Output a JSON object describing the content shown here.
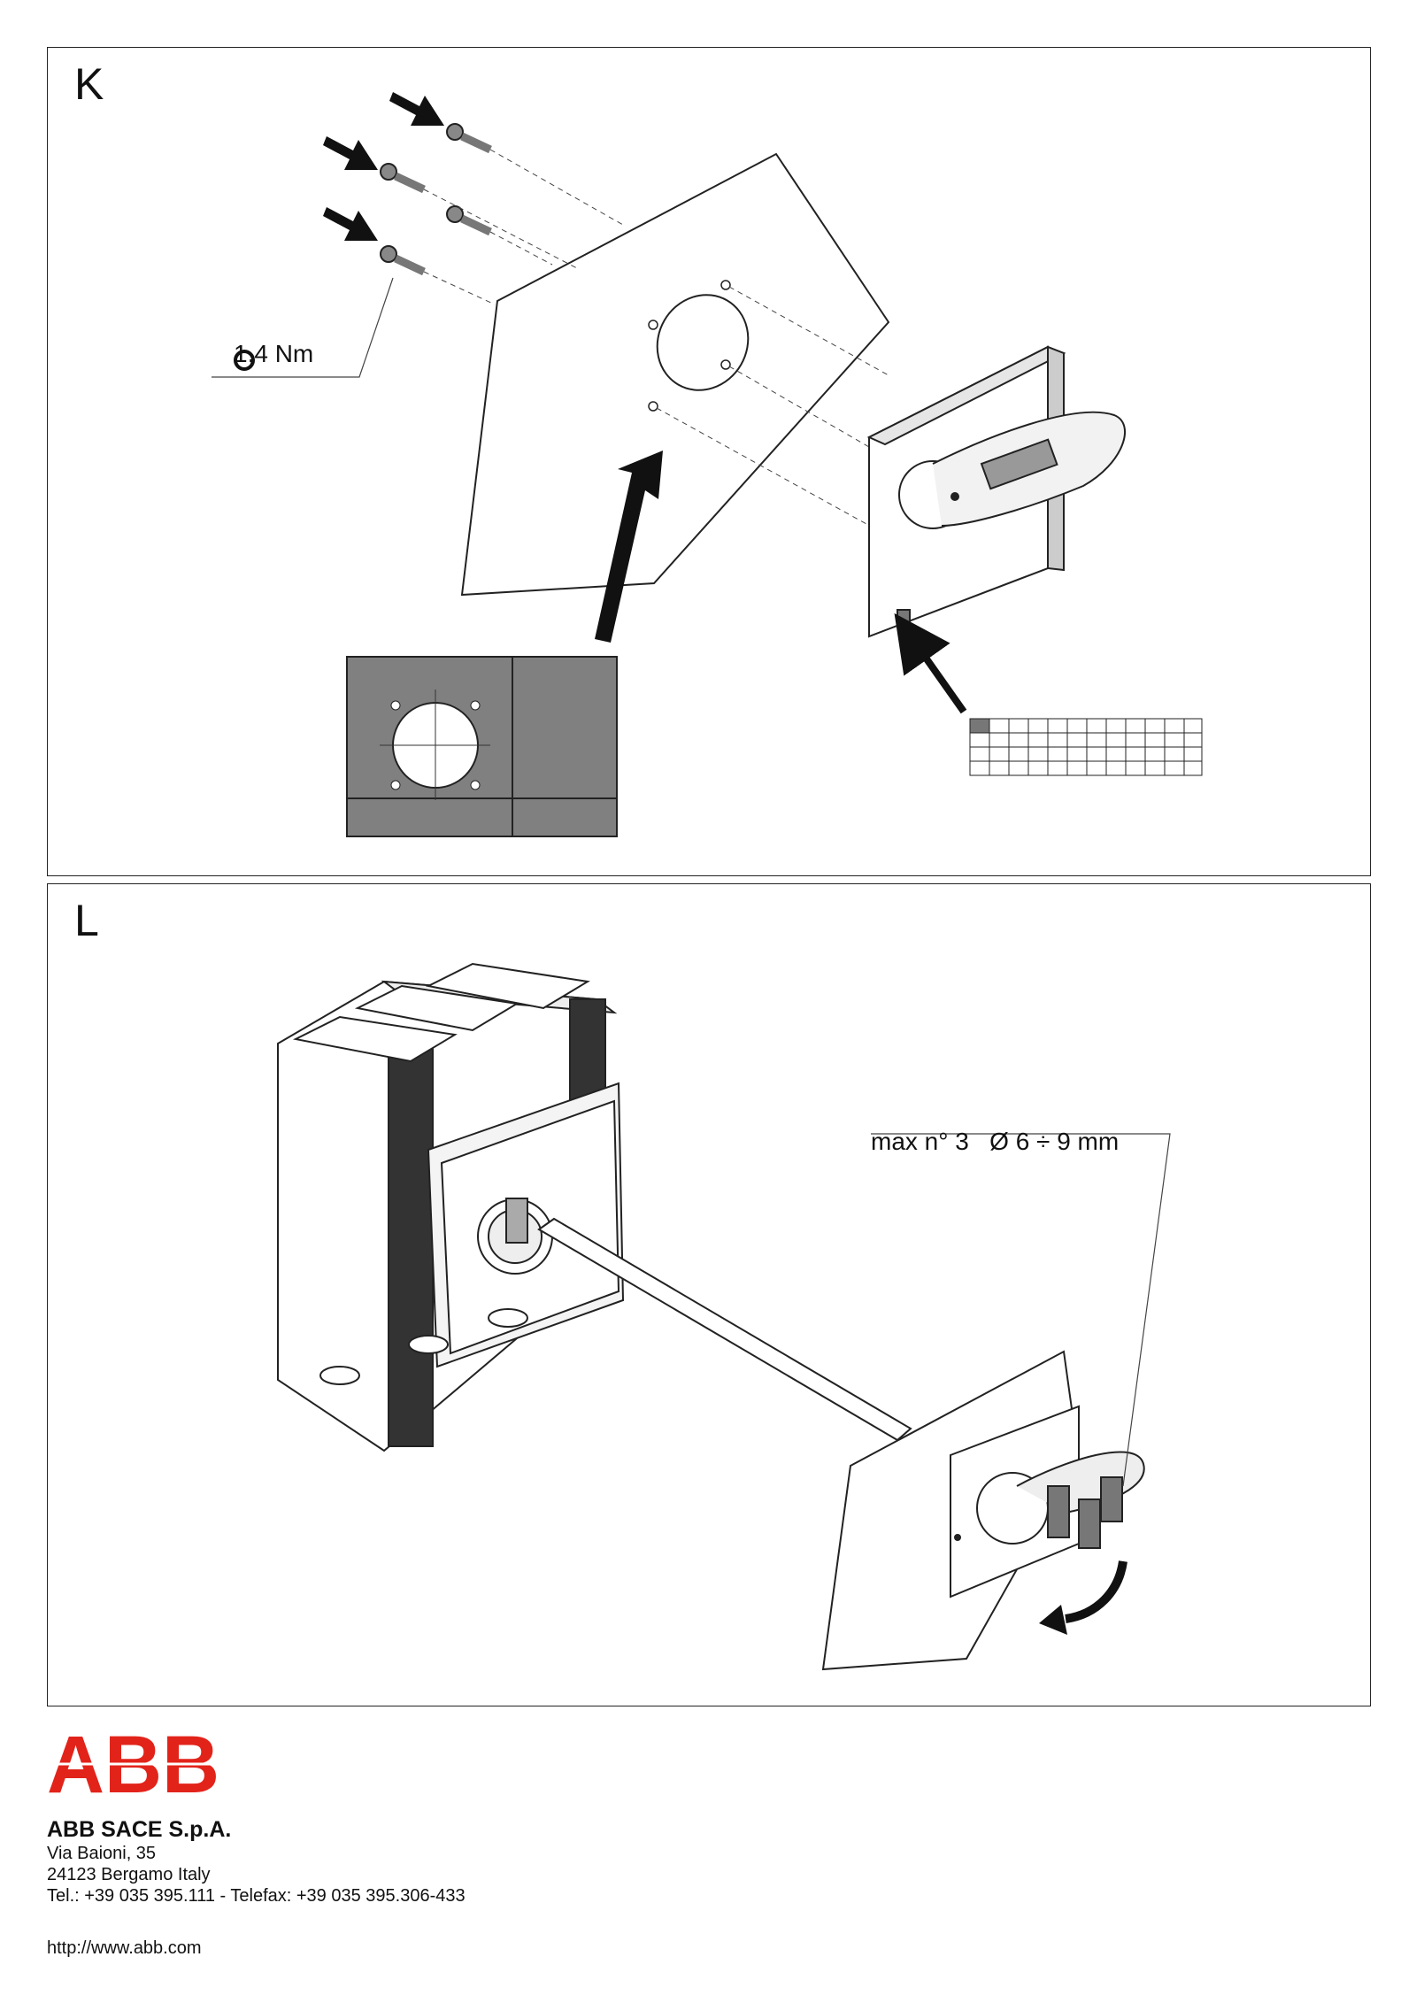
{
  "panels": {
    "k": {
      "letter": "K",
      "torque": "1,4 Nm"
    },
    "l": {
      "letter": "L",
      "padlock": "max n° 3   Ø 6 ÷ 9 mm"
    }
  },
  "footer": {
    "logo_text": "ABB",
    "logo_color": "#e2231a",
    "company": "ABB SACE S.p.A.",
    "address_line1": "Via Baioni, 35",
    "address_line2": "24123 Bergamo Italy",
    "phone_line": "Tel.: +39 035 395.111 - Telefax: +39 035 395.306-433",
    "url": "http://www.abb.com"
  }
}
